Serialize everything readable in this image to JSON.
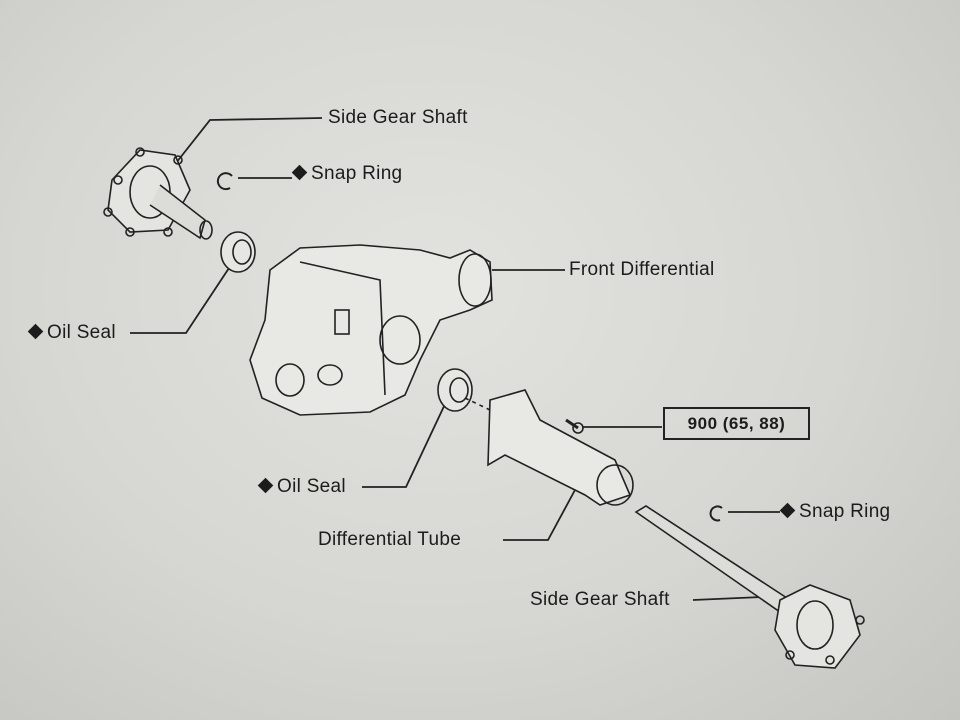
{
  "labels": {
    "side_gear_shaft_top": "Side Gear Shaft",
    "snap_ring_top": "Snap Ring",
    "front_differential": "Front Differential",
    "oil_seal_left": "Oil Seal",
    "torque_spec": "900 (65, 88)",
    "oil_seal_middle": "Oil Seal",
    "differential_tube": "Differential Tube",
    "snap_ring_bottom": "Snap Ring",
    "side_gear_shaft_bottom": "Side Gear Shaft"
  },
  "marker": "diamond-icon"
}
